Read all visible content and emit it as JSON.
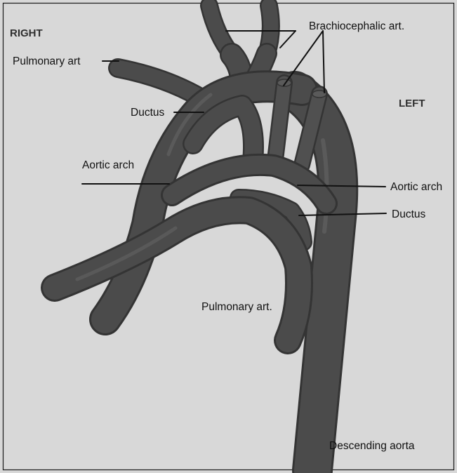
{
  "orientation": {
    "right": "RIGHT",
    "left": "LEFT"
  },
  "labels": {
    "brachiocephalic": "Brachiocephalic art.",
    "pulmonary_right": "Pulmonary art",
    "ductus_right": "Ductus",
    "aortic_arch_right": "Aortic arch",
    "aortic_arch_left": "Aortic arch",
    "ductus_left": "Ductus",
    "pulmonary_center": "Pulmonary art.",
    "descending_aorta": "Descending aorta"
  },
  "colors": {
    "background": "#d8d8d8",
    "vessel": "#4b4b4b",
    "vessel_shadow": "#343434",
    "vessel_highlight": "#6e6e6e",
    "leader_line": "#111111",
    "text": "#111111"
  }
}
